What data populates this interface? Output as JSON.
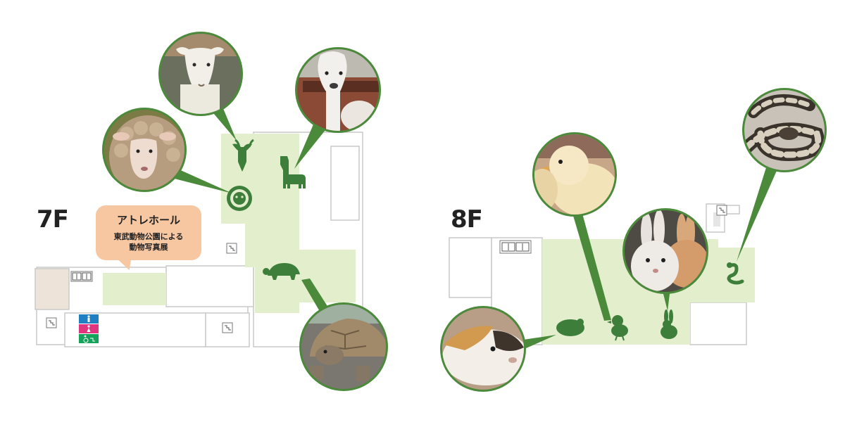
{
  "floors": [
    {
      "label": "7F"
    },
    {
      "label": "8F"
    }
  ],
  "callout": {
    "title": "アトレホール",
    "lines": [
      "東武動物公園による",
      "動物写真展"
    ]
  },
  "colors": {
    "area_green": "#e3eecd",
    "accent_green": "#4a8a3a",
    "callout_peach": "#f7c7a2",
    "wall_gray": "#c9c9c9",
    "restroom_blue": "#1f7fc3",
    "restroom_pink": "#e0357f",
    "accessible_green": "#15a35b"
  },
  "markers": [
    {
      "icon": "goat-icon",
      "photo": "goat-photo"
    },
    {
      "icon": "alpaca-icon",
      "photo": "alpaca-photo"
    },
    {
      "icon": "sheep-icon",
      "photo": "sheep-photo"
    },
    {
      "icon": "tortoise-icon",
      "photo": "tortoise-photo"
    },
    {
      "icon": "chick-icon",
      "photo": "chick-photo"
    },
    {
      "icon": "rabbit-icon",
      "photo": "rabbit-photo"
    },
    {
      "icon": "snake-icon",
      "photo": "snake-photo"
    },
    {
      "icon": "guinea-pig-icon",
      "photo": "guinea-pig-photo"
    }
  ],
  "facility_icons": [
    "stairs-icon",
    "elevator-icon",
    "restroom-men-icon",
    "restroom-women-icon",
    "accessible-restroom-icon"
  ]
}
